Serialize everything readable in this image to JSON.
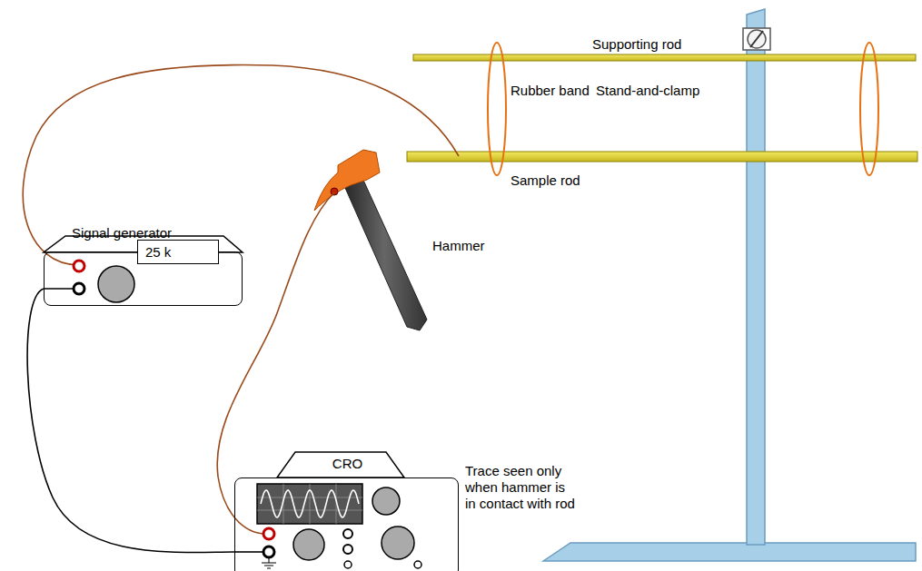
{
  "diagram": {
    "nodes": [
      {
        "text": [
          "Signal generator"
        ]
      },
      {
        "text": [
          "25 k"
        ],
        "in": 0
      },
      {
        "text": [
          "CRO"
        ]
      }
    ],
    "edges": [
      {
        "from": 0,
        "to": 2,
        "arrow": "none"
      }
    ],
    "labels": [
      "Supporting rod",
      "Rubber band",
      "Stand-and-clamp",
      "Sample rod",
      "Hammer",
      "Trace seen only when hammer is in contact with rod"
    ]
  }
}
